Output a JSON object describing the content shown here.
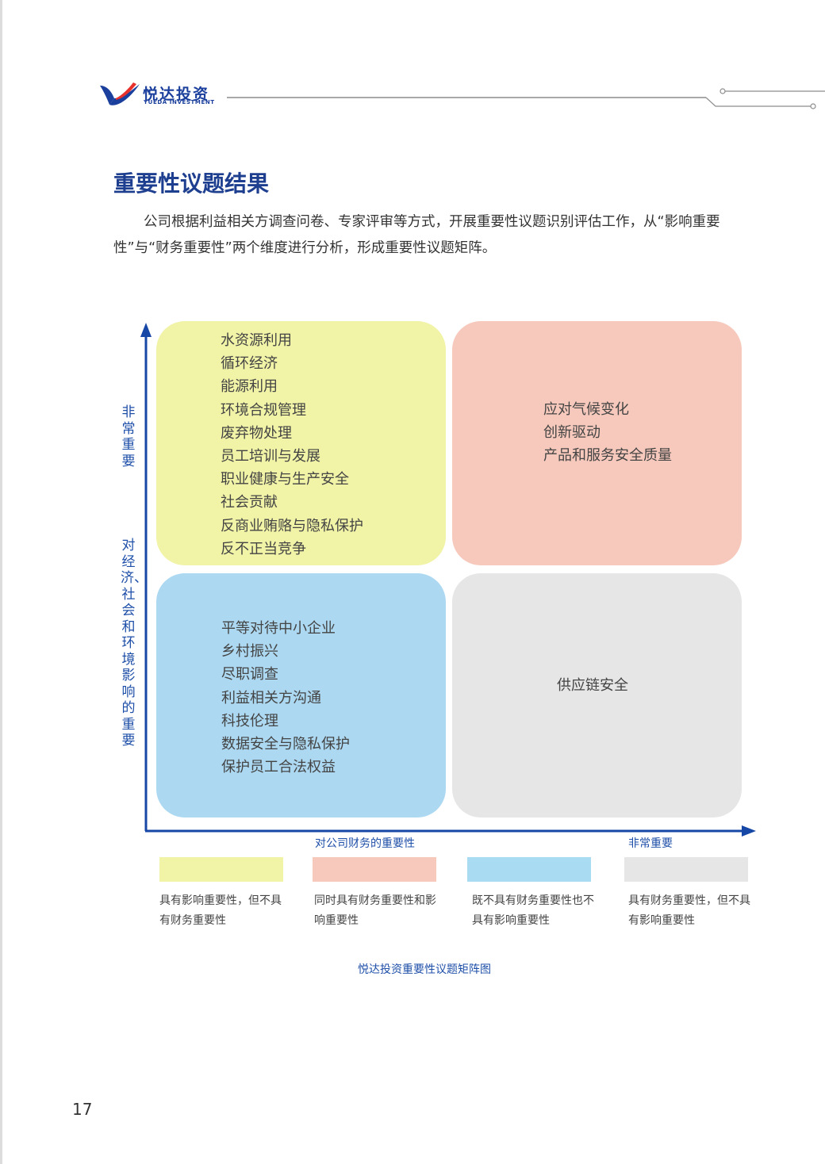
{
  "header": {
    "logo_name": "悦达投资",
    "logo_subtitle": "YUEDA INVESTMENT"
  },
  "section": {
    "title": "重要性议题结果",
    "intro": "公司根据利益相关方调查问卷、专家评审等方式，开展重要性议题识别评估工作，从“影响重要性”与“财务重要性”两个维度进行分析，形成重要性议题矩阵。"
  },
  "matrix": {
    "y_axis": {
      "high_label": "非常重要",
      "title": "对经济、社会和环境影响的重要"
    },
    "x_axis": {
      "title": "对公司财务的重要性",
      "high_label": "非常重要"
    },
    "quadrants": {
      "top_left": {
        "color": "#f1f3a7",
        "items": [
          "水资源利用",
          "循环经济",
          "能源利用",
          "环境合规管理",
          "废弃物处理",
          "员工培训与发展",
          "职业健康与生产安全",
          "社会贡献",
          "反商业贿赂与隐私保护",
          "反不正当竞争"
        ]
      },
      "top_right": {
        "color": "#f6c9bc",
        "items": [
          "应对气候变化",
          "创新驱动",
          "产品和服务安全质量"
        ]
      },
      "bottom_left": {
        "color": "#acd8f1",
        "items": [
          "平等对待中小企业",
          "乡村振兴",
          "尽职调查",
          "利益相关方沟通",
          "科技伦理",
          "数据安全与隐私保护",
          "保护员工合法权益"
        ]
      },
      "bottom_right": {
        "color": "#e6e6e6",
        "items": [
          "供应链安全"
        ]
      }
    },
    "legend": [
      {
        "color": "#f1f3a7",
        "text": "具有影响重要性，但不具有财务重要性"
      },
      {
        "color": "#f6c9bc",
        "text": "同时具有财务重要性和影响重要性"
      },
      {
        "color": "#acd8f1",
        "text": "既不具有财务重要性也不具有影响重要性"
      },
      {
        "color": "#e6e6e6",
        "text": "具有财务重要性，但不具有影响重要性"
      }
    ],
    "caption": "悦达投资重要性议题矩阵图"
  },
  "page_number": "17",
  "colors": {
    "brand_blue": "#1e3f8f",
    "axis_blue": "#1747a6"
  }
}
